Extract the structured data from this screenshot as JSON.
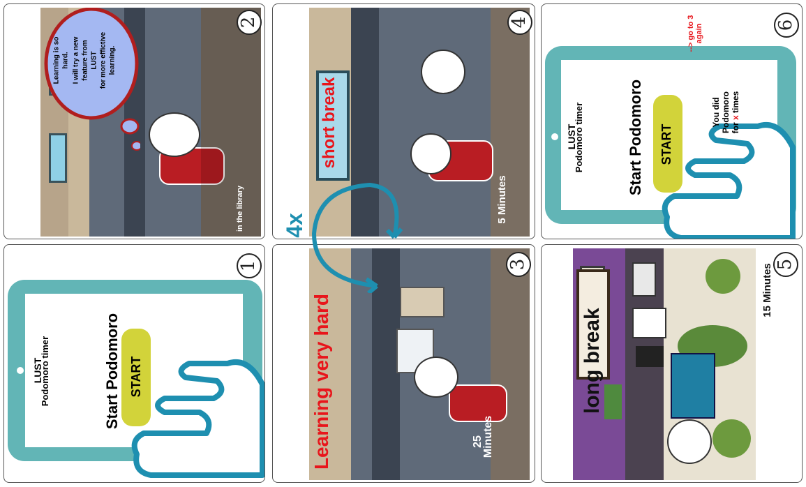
{
  "panels": {
    "p1": {
      "number": "1",
      "app_name": "LUST",
      "app_subtitle": "Podomoro timer",
      "heading": "Start Podomoro",
      "button": "START"
    },
    "p2": {
      "number": "2",
      "thought": [
        "Learning is so",
        "hard.",
        "I will try a new",
        "feature from",
        "LUST",
        "for more effictive",
        "learning."
      ],
      "caption": "in the library"
    },
    "p3": {
      "number": "3",
      "headline": "Learning very hard",
      "duration": [
        "25",
        "Minutes"
      ]
    },
    "p4": {
      "number": "4",
      "repeat": "4x",
      "sign": "short break",
      "duration": "5 Minutes"
    },
    "p5": {
      "number": "5",
      "headline": "long break",
      "duration": "15 Minutes"
    },
    "p6": {
      "number": "6",
      "app_name": "LUST",
      "app_subtitle": "Podomoro timer",
      "heading": "Start Podomoro",
      "button": "START",
      "result": [
        "You did",
        "Podomoro",
        "for ",
        "x",
        " times"
      ],
      "note": [
        "--> go to 3",
        "again"
      ]
    }
  },
  "colors": {
    "tablet": "#62b5b6",
    "button": "#d2d33a",
    "hand": "#1e8fb0",
    "red": "#e8151b",
    "wall": "#7a6e62",
    "purple": "#7a4a96"
  }
}
